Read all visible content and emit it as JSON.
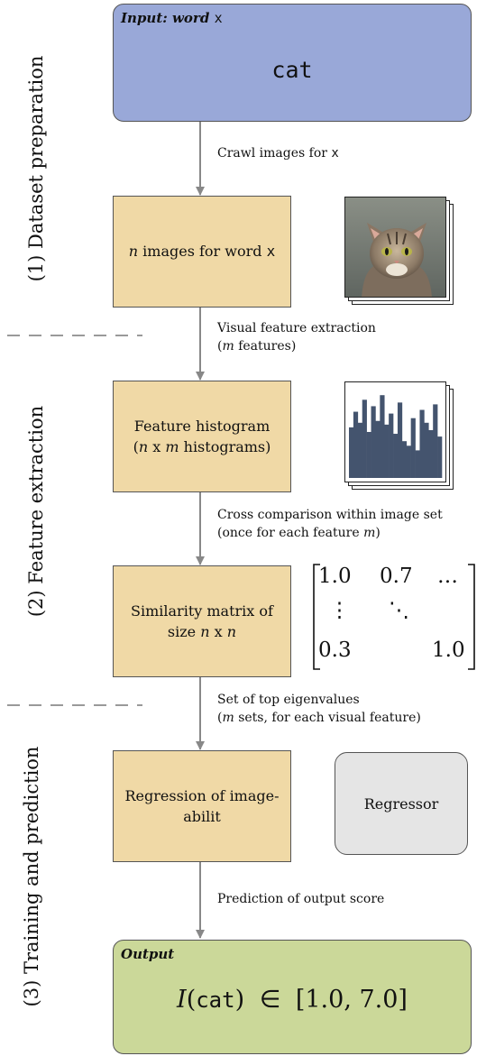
{
  "phases": {
    "p1": "(1) Dataset preparation",
    "p2": "(2) Feature extraction",
    "p3": "(3) Training and prediction"
  },
  "input": {
    "header_label": "Input: word",
    "header_var": "x",
    "word": "cat"
  },
  "steps": {
    "crawl": {
      "text": "Crawl images for",
      "var": "x"
    },
    "images": {
      "n": "n",
      "text": " images for word ",
      "var": "x"
    },
    "extract": {
      "line1": "Visual feature extraction",
      "line2_var": "m",
      "line2_text": " features)"
    },
    "histogram": {
      "line1": "Feature histogram",
      "n": "n",
      "x": " x ",
      "m": "m",
      "tail": " histograms)"
    },
    "compare": {
      "line1": "Cross comparison within image set",
      "line2_text": "(once for each feature ",
      "line2_var": "m",
      "line2_end": ")"
    },
    "similarity": {
      "line1": "Similarity matrix of",
      "line2_text": "size ",
      "n1": "n",
      "x": " x ",
      "n2": "n"
    },
    "eigen": {
      "line1": "Set of top eigenvalues",
      "line2_var": "m",
      "line2_text": " sets, for each visual feature)"
    },
    "regression": {
      "line1": "Regression of image-",
      "line2": "abilit"
    },
    "regressor": "Regressor",
    "predict": "Prediction of output score"
  },
  "matrix": {
    "a11": "1.0",
    "a12": "0.7",
    "a13": "…",
    "vdots": "⋮",
    "ddots": "⋱",
    "a31": "0.3",
    "a33": "1.0"
  },
  "output": {
    "header_label": "Output",
    "func": "I",
    "arg": "cat",
    "rel": "∈",
    "range": "[1.0, 7.0]"
  },
  "histogram_bars": [
    0.55,
    0.72,
    0.6,
    0.85,
    0.5,
    0.78,
    0.62,
    0.9,
    0.58,
    0.7,
    0.48,
    0.82,
    0.4,
    0.35,
    0.65,
    0.3,
    0.74,
    0.6,
    0.52,
    0.8,
    0.45
  ],
  "colors": {
    "input_fill": "#99a8d8",
    "tan_fill": "#f0d9a6",
    "output_fill": "#cbd899",
    "regressor_fill": "#e5e5e5",
    "histogram_bar": "#44546e",
    "arrow": "#888888"
  }
}
